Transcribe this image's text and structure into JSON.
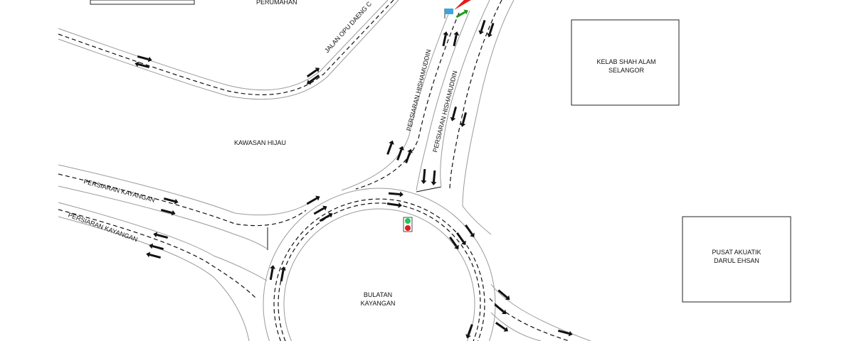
{
  "labels": {
    "perumahan": "PERUMAHAN",
    "jalan_opu": "JALAN OPU DAENG C",
    "hishamuddin_1": "PERSIARAN HISHAMUDDIN",
    "hishamuddin_2": "PERSIARAN HISHAMUDDIN",
    "kawasan_hijau": "KAWASAN HIJAU",
    "kayangan_1": "PERSIARAN KAYANGAN",
    "kayangan_2": "PERSIARAN KAYANGAN",
    "bulatan_line1": "BULATAN",
    "bulatan_line2": "KAYANGAN"
  },
  "buildings": {
    "kelab": {
      "line1": "KELAB SHAH ALAM",
      "line2": "SELANGOR"
    },
    "pusat": {
      "line1": "PUSAT AKUATIK",
      "line2": "DARUL EHSAN"
    }
  },
  "colors": {
    "flag": "#3aa6e0",
    "pointer": "#e41b1b",
    "green_arrow": "#1a9a1a",
    "signal_green": "#22c55e",
    "signal_red": "#e11d1d"
  }
}
